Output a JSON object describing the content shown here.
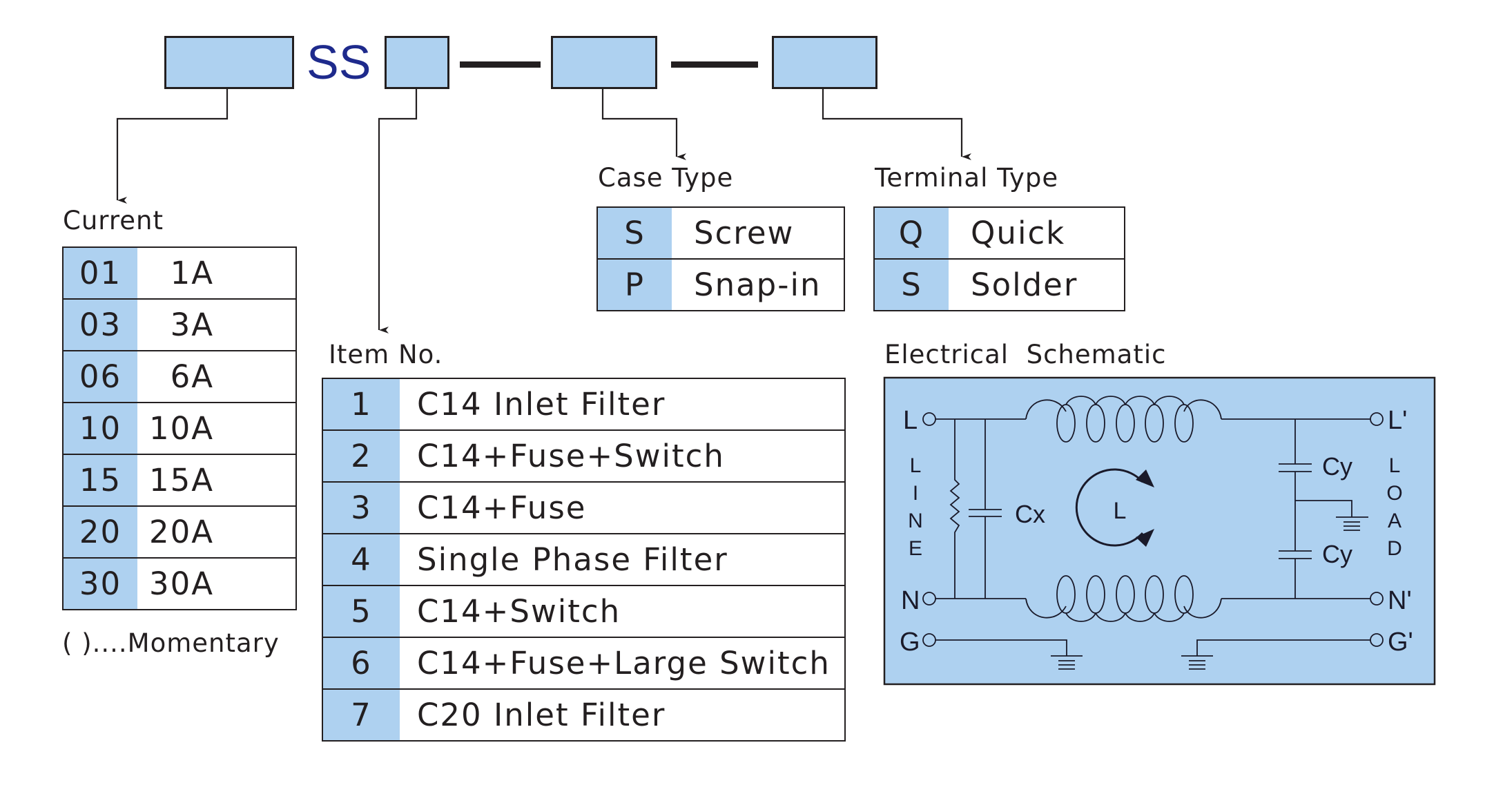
{
  "part_number": {
    "prefix_text": "SS",
    "segments": [
      "current",
      "item",
      "case",
      "terminal"
    ]
  },
  "current": {
    "title": "Current",
    "rows": [
      {
        "code": "01",
        "value": "1A"
      },
      {
        "code": "03",
        "value": "3A"
      },
      {
        "code": "06",
        "value": "6A"
      },
      {
        "code": "10",
        "value": "10A"
      },
      {
        "code": "15",
        "value": "15A"
      },
      {
        "code": "20",
        "value": "20A"
      },
      {
        "code": "30",
        "value": "30A"
      }
    ],
    "note": "( )....Momentary"
  },
  "item": {
    "title": "Item No.",
    "rows": [
      {
        "code": "1",
        "value": "C14 Inlet Filter"
      },
      {
        "code": "2",
        "value": "C14+Fuse+Switch"
      },
      {
        "code": "3",
        "value": "C14+Fuse"
      },
      {
        "code": "4",
        "value": "Single Phase Filter"
      },
      {
        "code": "5",
        "value": "C14+Switch"
      },
      {
        "code": "6",
        "value": "C14+Fuse+Large Switch"
      },
      {
        "code": "7",
        "value": "C20 Inlet Filter"
      }
    ]
  },
  "case_type": {
    "title": "Case Type",
    "rows": [
      {
        "code": "S",
        "value": "Screw"
      },
      {
        "code": "P",
        "value": "Snap-in"
      }
    ]
  },
  "terminal_type": {
    "title": "Terminal Type",
    "rows": [
      {
        "code": "Q",
        "value": "Quick"
      },
      {
        "code": "S",
        "value": "Solder"
      }
    ]
  },
  "schematic": {
    "title": "Electrical  Schematic",
    "terminals_in": [
      "L",
      "N",
      "G"
    ],
    "terminals_out": [
      "L'",
      "N'",
      "G'"
    ],
    "side_label_in": [
      "L",
      "I",
      "N",
      "E"
    ],
    "side_label_out": [
      "L",
      "O",
      "A",
      "D"
    ],
    "cx_label": "Cx",
    "cy_label": "Cy",
    "inductor_label": "L"
  },
  "colors": {
    "fill_blue": "#aed1f0",
    "prefix_blue": "#1e2a8c",
    "line": "#231f20"
  }
}
